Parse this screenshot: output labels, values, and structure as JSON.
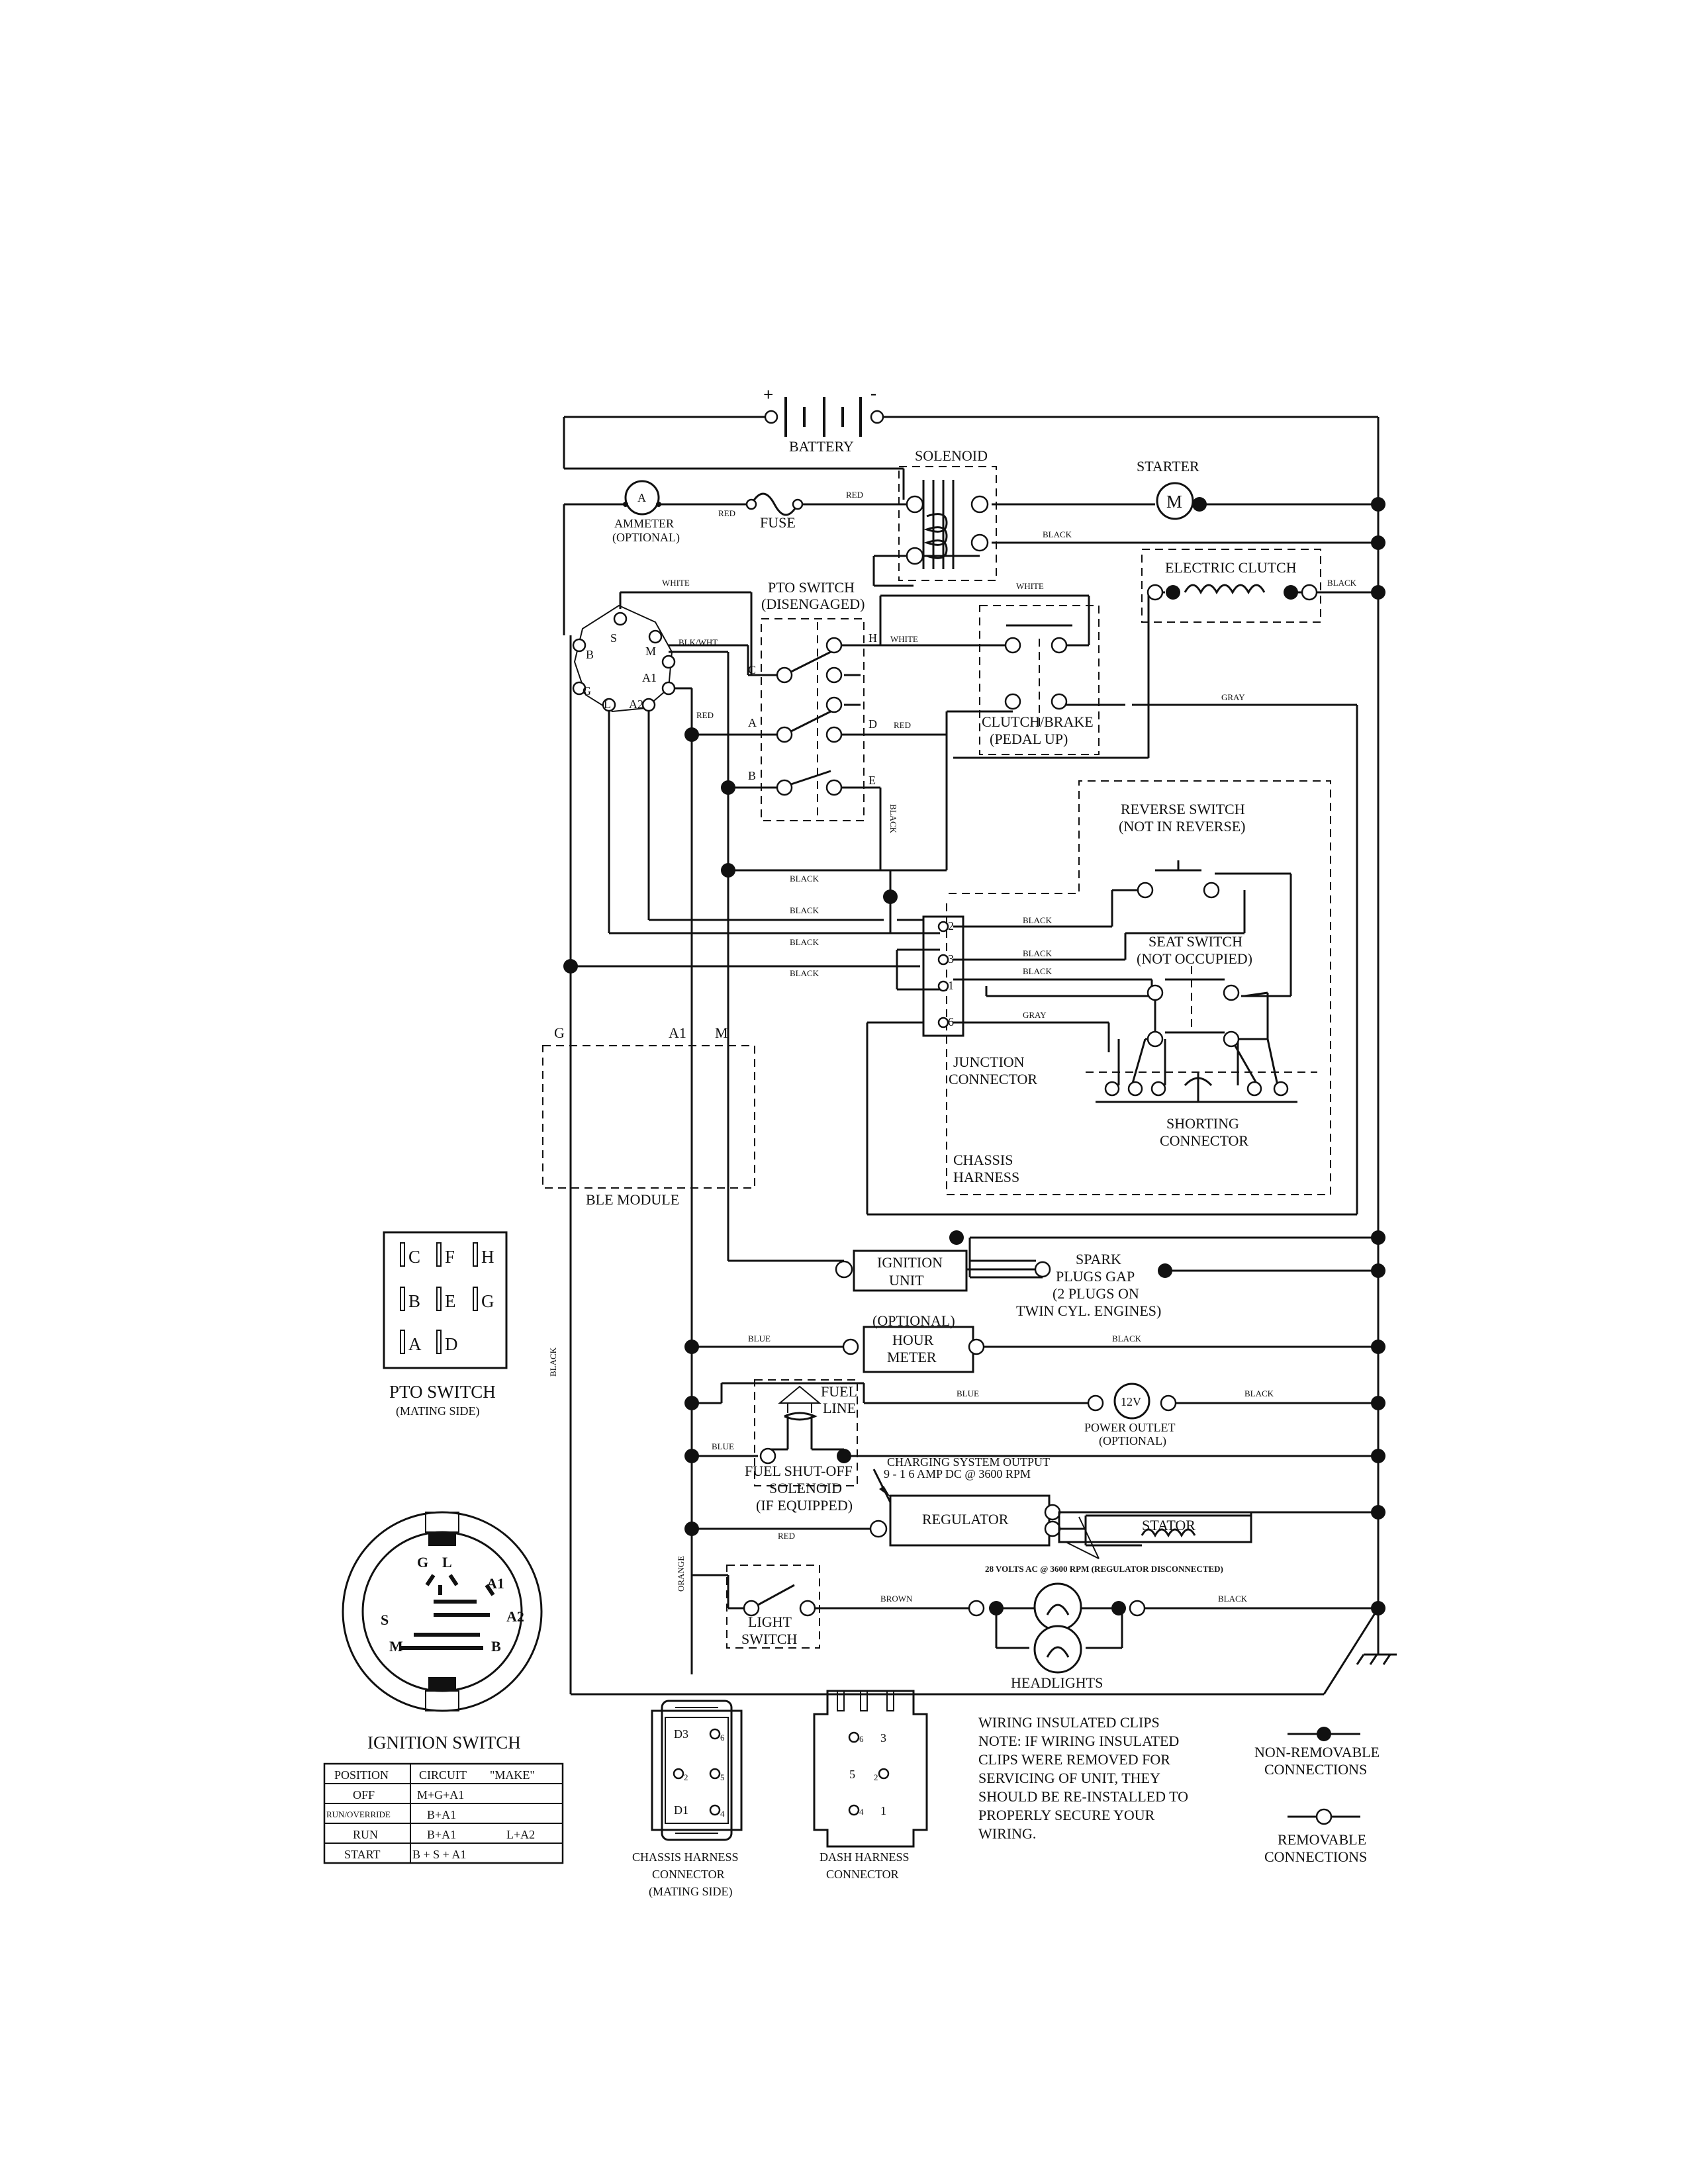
{
  "components": {
    "battery": "BATTERY",
    "battery_plus": "+",
    "battery_minus": "-",
    "solenoid": "SOLENOID",
    "starter": "STARTER",
    "starter_symbol": "M",
    "ammeter_symbol": "A",
    "ammeter": "AMMETER",
    "ammeter_opt": "(OPTIONAL)",
    "fuse": "FUSE",
    "electric_clutch": "ELECTRIC CLUTCH",
    "pto_switch_1": "PTO SWITCH",
    "pto_switch_2": "(DISENGAGED)",
    "clutch_brake_1": "CLUTCH/BRAKE",
    "clutch_brake_2": "(PEDAL UP)",
    "reverse_switch_1": "REVERSE SWITCH",
    "reverse_switch_2": "(NOT IN REVERSE)",
    "seat_switch_1": "SEAT SWITCH",
    "seat_switch_2": "(NOT OCCUPIED)",
    "junction_1": "JUNCTION",
    "junction_2": "CONNECTOR",
    "shorting_1": "SHORTING",
    "shorting_2": "CONNECTOR",
    "chassis_harness_1": "CHASSIS",
    "chassis_harness_2": "HARNESS",
    "ble_module": "BLE MODULE",
    "ignition_unit_1": "IGNITION",
    "ignition_unit_2": "UNIT",
    "spark_1": "SPARK",
    "spark_2": "PLUGS GAP",
    "spark_3": "(2 PLUGS ON",
    "spark_4": "TWIN CYL. ENGINES)",
    "hour_meter_opt": "(OPTIONAL)",
    "hour_meter_1": "HOUR",
    "hour_meter_2": "METER",
    "fuel_line_1": "FUEL",
    "fuel_line_2": "LINE",
    "power_outlet_symbol": "12V",
    "power_outlet_1": "POWER OUTLET",
    "power_outlet_2": "(OPTIONAL)",
    "fuel_shutoff_1": "FUEL SHUT-OFF",
    "fuel_shutoff_2": "SOLENOID",
    "fuel_shutoff_3": "(IF EQUIPPED)",
    "charging_1": "CHARGING SYSTEM OUTPUT",
    "charging_2": "9 - 1 6 AMP DC @ 3600 RPM",
    "regulator": "REGULATOR",
    "stator": "STATOR",
    "ac_note": "28 VOLTS AC @ 3600 RPM (REGULATOR DISCONNECTED)",
    "light_switch_1": "LIGHT",
    "light_switch_2": "SWITCH",
    "headlights": "HEADLIGHTS"
  },
  "wires": {
    "red": "RED",
    "white": "WHITE",
    "black": "BLACK",
    "blk_wht": "BLK/WHT",
    "gray": "GRAY",
    "blue": "BLUE",
    "brown": "BROWN",
    "orange": "ORANGE"
  },
  "terminals": {
    "S": "S",
    "M": "M",
    "B": "B",
    "G": "G",
    "L": "L",
    "A1": "A1",
    "A2": "A2",
    "C": "C",
    "H": "H",
    "A": "A",
    "D": "D",
    "E": "E",
    "j2": "2",
    "j3": "3",
    "j1": "1",
    "j6": "6"
  },
  "pto_mating": {
    "rows": [
      [
        "C",
        "F",
        "H"
      ],
      [
        "B",
        "E",
        "G"
      ],
      [
        "A",
        "D"
      ]
    ],
    "title_1": "PTO SWITCH",
    "title_2": "(MATING SIDE)"
  },
  "ignition_switch": {
    "title": "IGNITION SWITCH",
    "pins": [
      "G",
      "L",
      "A1",
      "S",
      "A2",
      "M",
      "B"
    ],
    "headers": [
      "POSITION",
      "CIRCUIT",
      "\"MAKE\""
    ],
    "rows": [
      [
        "OFF",
        "M+G+A1",
        ""
      ],
      [
        "RUN/OVERRIDE",
        "B+A1",
        ""
      ],
      [
        "RUN",
        "B+A1",
        "L+A2"
      ],
      [
        "START",
        "B + S + A1",
        ""
      ]
    ]
  },
  "chassis_connector": {
    "pins": [
      "D3",
      "6",
      "2",
      "5",
      "D1",
      "4"
    ],
    "label_1": "CHASSIS HARNESS",
    "label_2": "CONNECTOR",
    "label_3": "(MATING SIDE)"
  },
  "dash_connector": {
    "pins": [
      "6",
      "3",
      "5",
      "2",
      "4",
      "1"
    ],
    "label_1": "DASH HARNESS",
    "label_2": "CONNECTOR"
  },
  "note": {
    "l1": "WIRING INSULATED CLIPS",
    "l2": "NOTE:  IF WIRING INSULATED",
    "l3": "CLIPS WERE REMOVED FOR",
    "l4": "SERVICING OF UNIT, THEY",
    "l5": "SHOULD BE RE-INSTALLED TO",
    "l6": "PROPERLY SECURE YOUR",
    "l7": "WIRING."
  },
  "legend": {
    "nonremovable_1": "NON-REMOVABLE",
    "nonremovable_2": "CONNECTIONS",
    "removable_1": "REMOVABLE",
    "removable_2": "CONNECTIONS"
  }
}
